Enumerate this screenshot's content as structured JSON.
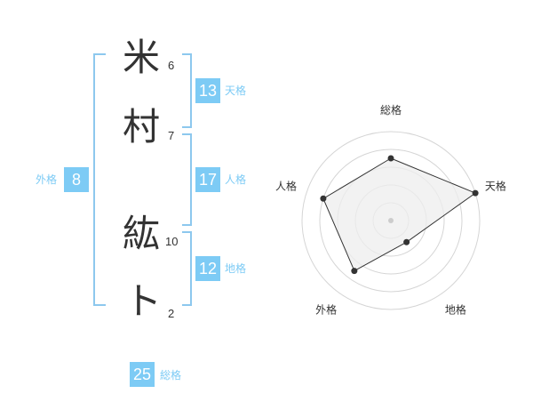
{
  "name_chars": [
    {
      "char": "米",
      "strokes": "6"
    },
    {
      "char": "村",
      "strokes": "7"
    },
    {
      "char": "紘",
      "strokes": "10"
    },
    {
      "char": "ト",
      "strokes": "2"
    }
  ],
  "fortunes": {
    "tenkaku": {
      "value": "13",
      "label": "天格"
    },
    "jinkaku": {
      "value": "17",
      "label": "人格"
    },
    "chikaku": {
      "value": "12",
      "label": "地格"
    },
    "gaikaku": {
      "value": "8",
      "label": "外格"
    },
    "soukaku": {
      "value": "25",
      "label": "総格"
    }
  },
  "colors": {
    "accent": "#7dcbf5",
    "bracket": "#8dc8ee",
    "text": "#333333",
    "radar_fill": "#ededed",
    "radar_grid": "#d5d5d5",
    "radar_line": "#333333"
  },
  "chart_data": {
    "type": "radar",
    "axes": [
      "総格",
      "天格",
      "地格",
      "外格",
      "人格"
    ],
    "values": [
      3.5,
      5,
      1.5,
      3.5,
      4
    ],
    "rmax": 5,
    "grid_levels": 5
  }
}
